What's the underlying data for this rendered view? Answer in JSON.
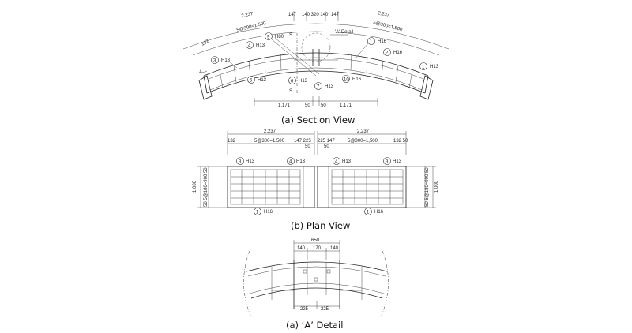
{
  "section_view": {
    "caption": "(a) Section View",
    "dims": {
      "left_total": "2,237",
      "right_total": "2,237",
      "left_spacing": "5@300=1,500",
      "right_spacing": "5@300=1,500",
      "top_left_small": "147",
      "top_center_small": "140 320 140",
      "top_right_small": "147",
      "end_left": "132",
      "bottom_left": "1,171",
      "bottom_center_left": "50",
      "bottom_center_right": "50",
      "bottom_right": "1,171"
    },
    "detail_label": "'A' Detail",
    "section_mark": "S",
    "callouts": [
      {
        "num": "1",
        "text": "H16"
      },
      {
        "num": "1",
        "text": "H13"
      },
      {
        "num": "2",
        "text": "H16"
      },
      {
        "num": "3",
        "text": "H13"
      },
      {
        "num": "4",
        "text": "H13"
      },
      {
        "num": "5",
        "text": "H13"
      },
      {
        "num": "6",
        "text": "H13"
      },
      {
        "num": "7",
        "text": "H13"
      },
      {
        "num": "9",
        "text": "H80"
      },
      {
        "num": "10",
        "text": "H16"
      }
    ]
  },
  "plan_view": {
    "caption": "(b) Plan View",
    "dims": {
      "left_total": "2,237",
      "right_total": "2,237",
      "left_spacing": "5@300=1,500",
      "right_spacing": "5@300=1,500",
      "left_a": "132",
      "left_b": "147 225",
      "left_c": "50",
      "right_a": "225 147",
      "right_b": "50",
      "right_c": "132 50",
      "left_height": "1,000",
      "right_height": "1,000",
      "left_vspacing": "50 5@180=900 50",
      "right_vspacing": "50 5@180=900 50"
    },
    "callouts": [
      {
        "num": "3",
        "text": "H13"
      },
      {
        "num": "4",
        "text": "H13"
      },
      {
        "num": "4",
        "text": "H13"
      },
      {
        "num": "3",
        "text": "H13"
      },
      {
        "num": "1",
        "text": "H16"
      },
      {
        "num": "1",
        "text": "H16"
      }
    ]
  },
  "detail_a": {
    "caption": "(a) ‘A’ Detail",
    "dims": {
      "total": "650",
      "left": "140",
      "center": "170",
      "right": "140",
      "bottom_left": "225",
      "bottom_right": "225"
    }
  }
}
